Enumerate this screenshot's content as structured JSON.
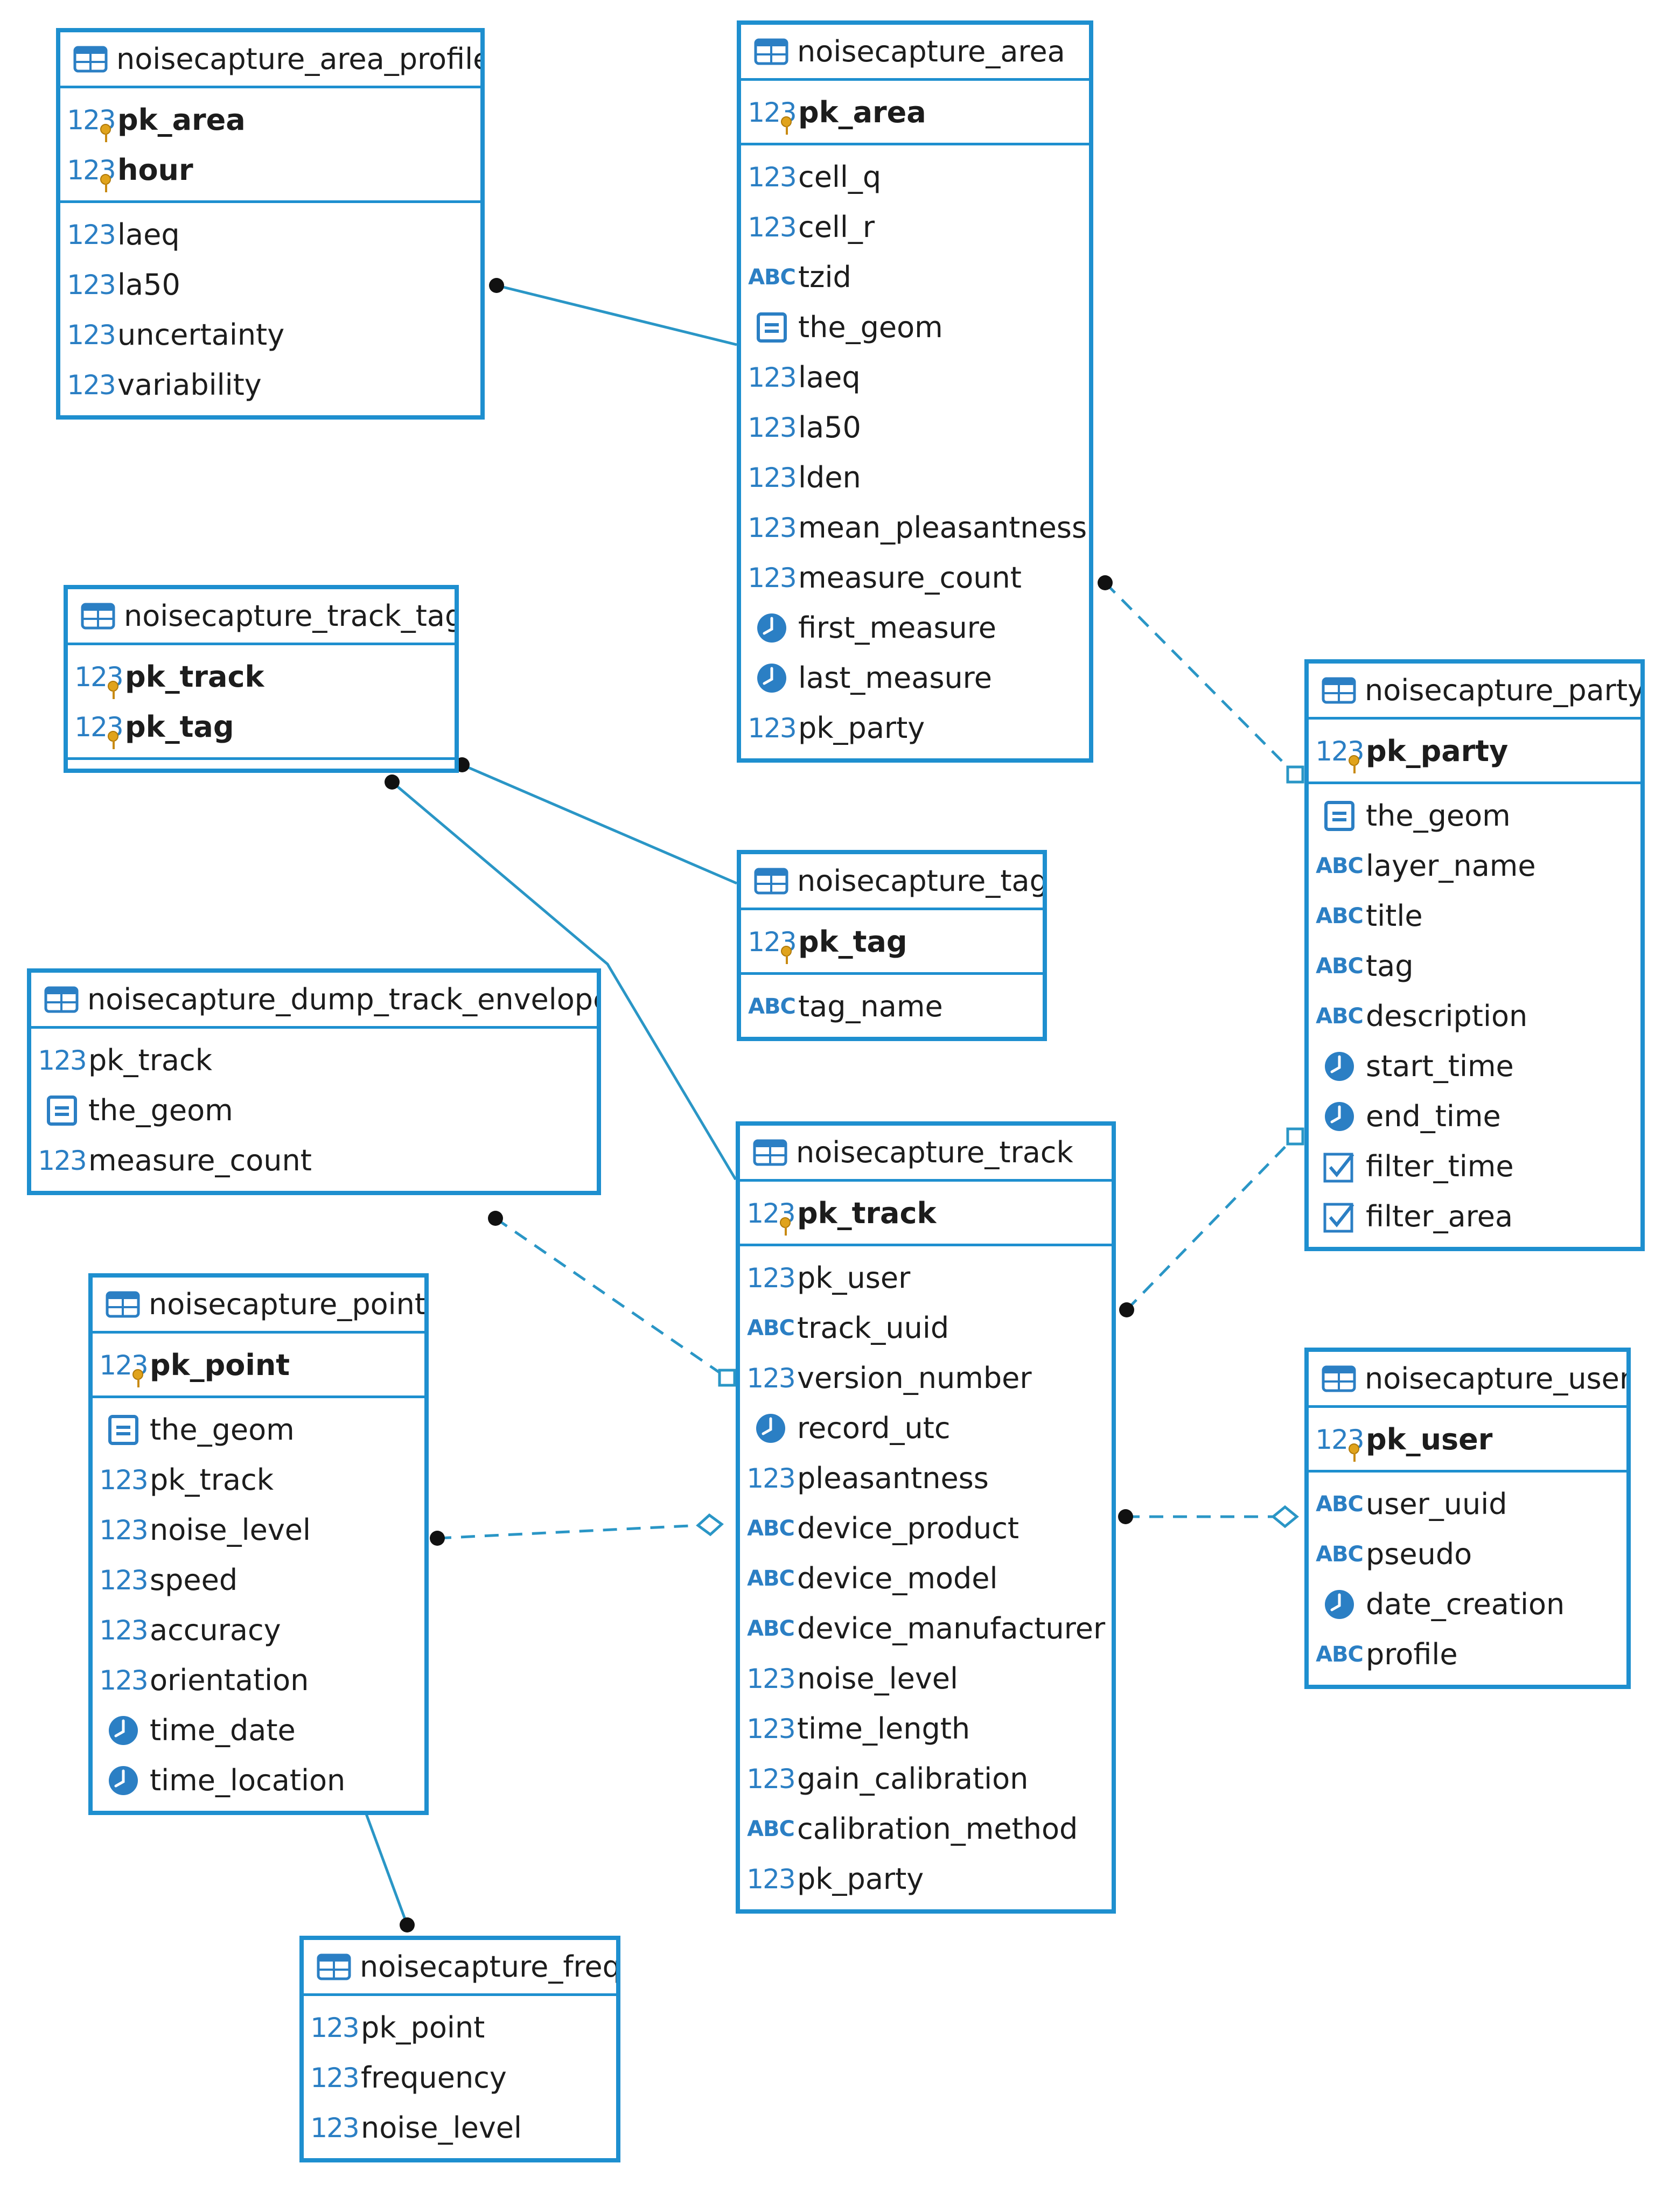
{
  "entities": [
    {
      "id": "area_profile",
      "name": "noisecapture_area_profile",
      "pk": [
        {
          "type": "num",
          "name": "pk_area"
        },
        {
          "type": "num",
          "name": "hour"
        }
      ],
      "cols": [
        {
          "type": "num",
          "name": "laeq"
        },
        {
          "type": "num",
          "name": "la50"
        },
        {
          "type": "num",
          "name": "uncertainty"
        },
        {
          "type": "num",
          "name": "variability"
        }
      ]
    },
    {
      "id": "area",
      "name": "noisecapture_area",
      "pk": [
        {
          "type": "num",
          "name": "pk_area"
        }
      ],
      "cols": [
        {
          "type": "num",
          "name": "cell_q"
        },
        {
          "type": "num",
          "name": "cell_r"
        },
        {
          "type": "abc",
          "name": "tzid"
        },
        {
          "type": "geom",
          "name": "the_geom"
        },
        {
          "type": "num",
          "name": "laeq"
        },
        {
          "type": "num",
          "name": "la50"
        },
        {
          "type": "num",
          "name": "lden"
        },
        {
          "type": "num",
          "name": "mean_pleasantness"
        },
        {
          "type": "num",
          "name": "measure_count"
        },
        {
          "type": "time",
          "name": "first_measure"
        },
        {
          "type": "time",
          "name": "last_measure"
        },
        {
          "type": "num",
          "name": "pk_party"
        }
      ]
    },
    {
      "id": "track_tag",
      "name": "noisecapture_track_tag",
      "pk": [
        {
          "type": "num",
          "name": "pk_track"
        },
        {
          "type": "num",
          "name": "pk_tag"
        }
      ],
      "cols": []
    },
    {
      "id": "tag",
      "name": "noisecapture_tag",
      "pk": [
        {
          "type": "num",
          "name": "pk_tag"
        }
      ],
      "cols": [
        {
          "type": "abc",
          "name": "tag_name"
        }
      ]
    },
    {
      "id": "party",
      "name": "noisecapture_party",
      "pk": [
        {
          "type": "num",
          "name": "pk_party"
        }
      ],
      "cols": [
        {
          "type": "geom",
          "name": "the_geom"
        },
        {
          "type": "abc",
          "name": "layer_name"
        },
        {
          "type": "abc",
          "name": "title"
        },
        {
          "type": "abc",
          "name": "tag"
        },
        {
          "type": "abc",
          "name": "description"
        },
        {
          "type": "time",
          "name": "start_time"
        },
        {
          "type": "time",
          "name": "end_time"
        },
        {
          "type": "bool",
          "name": "filter_time"
        },
        {
          "type": "bool",
          "name": "filter_area"
        }
      ]
    },
    {
      "id": "dump_envelope",
      "name": "noisecapture_dump_track_envelope",
      "pk": [],
      "cols": [
        {
          "type": "num",
          "name": "pk_track"
        },
        {
          "type": "geom",
          "name": "the_geom"
        },
        {
          "type": "num",
          "name": "measure_count"
        }
      ]
    },
    {
      "id": "track",
      "name": "noisecapture_track",
      "pk": [
        {
          "type": "num",
          "name": "pk_track"
        }
      ],
      "cols": [
        {
          "type": "num",
          "name": "pk_user"
        },
        {
          "type": "abc",
          "name": "track_uuid"
        },
        {
          "type": "num",
          "name": "version_number"
        },
        {
          "type": "time",
          "name": "record_utc"
        },
        {
          "type": "num",
          "name": "pleasantness"
        },
        {
          "type": "abc",
          "name": "device_product"
        },
        {
          "type": "abc",
          "name": "device_model"
        },
        {
          "type": "abc",
          "name": "device_manufacturer"
        },
        {
          "type": "num",
          "name": "noise_level"
        },
        {
          "type": "num",
          "name": "time_length"
        },
        {
          "type": "num",
          "name": "gain_calibration"
        },
        {
          "type": "abc",
          "name": "calibration_method"
        },
        {
          "type": "num",
          "name": "pk_party"
        }
      ]
    },
    {
      "id": "point",
      "name": "noisecapture_point",
      "pk": [
        {
          "type": "num",
          "name": "pk_point"
        }
      ],
      "cols": [
        {
          "type": "geom",
          "name": "the_geom"
        },
        {
          "type": "num",
          "name": "pk_track"
        },
        {
          "type": "num",
          "name": "noise_level"
        },
        {
          "type": "num",
          "name": "speed"
        },
        {
          "type": "num",
          "name": "accuracy"
        },
        {
          "type": "num",
          "name": "orientation"
        },
        {
          "type": "time",
          "name": "time_date"
        },
        {
          "type": "time",
          "name": "time_location"
        }
      ]
    },
    {
      "id": "user",
      "name": "noisecapture_user",
      "pk": [
        {
          "type": "num",
          "name": "pk_user"
        }
      ],
      "cols": [
        {
          "type": "abc",
          "name": "user_uuid"
        },
        {
          "type": "abc",
          "name": "pseudo"
        },
        {
          "type": "time",
          "name": "date_creation"
        },
        {
          "type": "abc",
          "name": "profile"
        }
      ]
    },
    {
      "id": "freq",
      "name": "noisecapture_freq",
      "pk": [],
      "cols": [
        {
          "type": "num",
          "name": "pk_point"
        },
        {
          "type": "num",
          "name": "frequency"
        },
        {
          "type": "num",
          "name": "noise_level"
        }
      ]
    }
  ],
  "relations": [
    {
      "from": "area_profile",
      "to": "area",
      "style": "solid",
      "end_from": "dot",
      "end_to": "none"
    },
    {
      "from": "area",
      "to": "party",
      "style": "dashed",
      "end_from": "dot",
      "end_to": "square"
    },
    {
      "from": "track_tag",
      "to": "tag",
      "style": "solid",
      "end_from": "dot",
      "end_to": "none"
    },
    {
      "from": "track_tag",
      "to": "track",
      "style": "solid",
      "end_from": "dot",
      "end_to": "none"
    },
    {
      "from": "dump_envelope",
      "to": "track",
      "style": "dashed",
      "end_from": "dot",
      "end_to": "square"
    },
    {
      "from": "track",
      "to": "party",
      "style": "dashed",
      "end_from": "dot",
      "end_to": "square"
    },
    {
      "from": "point",
      "to": "track",
      "style": "dashed",
      "end_from": "dot",
      "end_to": "diamond"
    },
    {
      "from": "track",
      "to": "user",
      "style": "dashed",
      "end_from": "dot",
      "end_to": "diamond"
    },
    {
      "from": "point",
      "to": "freq",
      "style": "solid",
      "end_from": "none",
      "end_to": "dot"
    }
  ],
  "colors": {
    "border": "#1e8fcf",
    "icon": "#2b7fc4",
    "line": "#2a96c6",
    "key": "#e0a31c",
    "text": "#1c1c1c"
  },
  "icons": {
    "table": "table-icon",
    "num": "numeric-type-icon",
    "abc": "text-type-icon",
    "geom": "geometry-type-icon",
    "time": "clock-icon",
    "bool": "checkbox-icon",
    "key": "key-icon"
  }
}
